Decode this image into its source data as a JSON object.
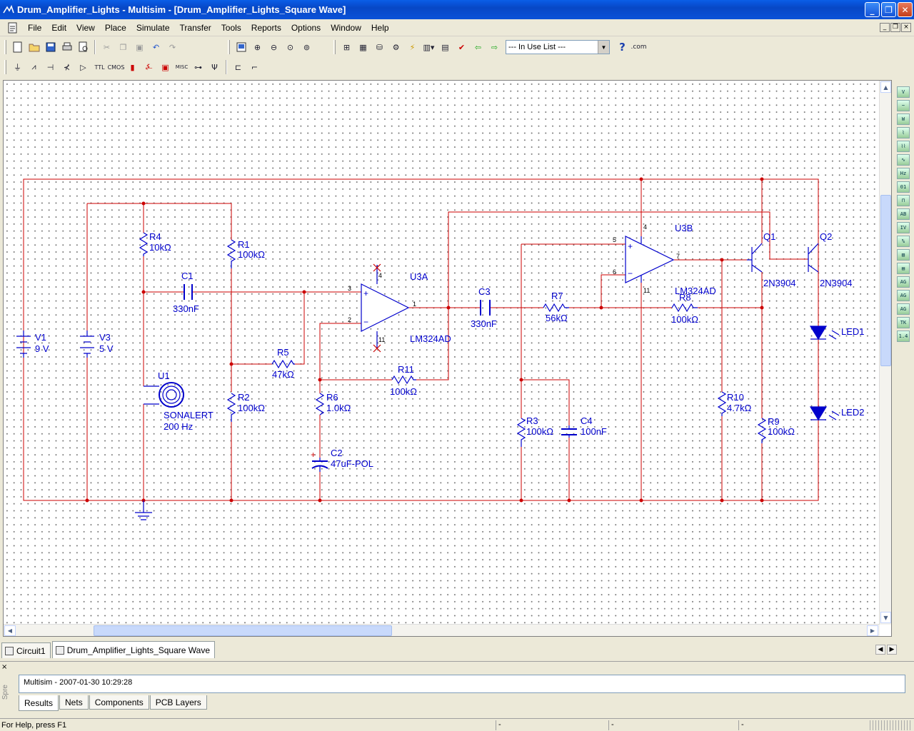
{
  "window": {
    "title": "Drum_Amplifier_Lights - Multisim - [Drum_Amplifier_Lights_Square Wave]",
    "minimize_glyph": "_",
    "maximize_glyph": "❐",
    "close_glyph": "✕"
  },
  "menu": {
    "items": [
      "File",
      "Edit",
      "View",
      "Place",
      "Simulate",
      "Transfer",
      "Tools",
      "Reports",
      "Options",
      "Window",
      "Help"
    ]
  },
  "toolbar": {
    "in_use_list": "--- In Use List ---",
    "help_glyph": "?"
  },
  "schematic": {
    "colors": {
      "wire": "#cc0000",
      "component": "#0000cc",
      "junction": "#cc0000"
    },
    "labels": {
      "v1_ref": "V1",
      "v1_val": "9 V",
      "v3_ref": "V3",
      "v3_val": "5 V",
      "r4_ref": "R4",
      "r4_val": "10kΩ",
      "r1_ref": "R1",
      "r1_val": "100kΩ",
      "c1_ref": "C1",
      "c1_val": "330nF",
      "r5_ref": "R5",
      "r5_val": "47kΩ",
      "u1_ref": "U1",
      "u1_val1": "SONALERT",
      "u1_val2": "200 Hz",
      "r2_ref": "R2",
      "r2_val": "100kΩ",
      "r6_ref": "R6",
      "r6_val": "1.0kΩ",
      "c2_ref": "C2",
      "c2_val": "47uF-POL",
      "u3a_ref": "U3A",
      "u3a_val": "LM324AD",
      "r11_ref": "R11",
      "r11_val": "100kΩ",
      "c3_ref": "C3",
      "c3_val": "330nF",
      "r7_ref": "R7",
      "r7_val": "56kΩ",
      "r3_ref": "R3",
      "r3_val": "100kΩ",
      "c4_ref": "C4",
      "c4_val": "100nF",
      "u3b_ref": "U3B",
      "u3b_val": "LM324AD",
      "r8_ref": "R8",
      "r8_val": "100kΩ",
      "r10_ref": "R10",
      "r10_val": "4.7kΩ",
      "r9_ref": "R9",
      "r9_val": "100kΩ",
      "q1_ref": "Q1",
      "q1_val": "2N3904",
      "q2_ref": "Q2",
      "q2_val": "2N3904",
      "led1_ref": "LED1",
      "led2_ref": "LED2",
      "pin_3": "3",
      "pin_2": "2",
      "pin_4": "4",
      "pin_11a": "11",
      "pin_1": "1",
      "pin_5": "5",
      "pin_6": "6",
      "pin_4b": "4",
      "pin_11b": "11",
      "pin_7": "7",
      "plus": "+",
      "minus": "−"
    }
  },
  "tabs": [
    {
      "label": "Circuit1"
    },
    {
      "label": "Drum_Amplifier_Lights_Square Wave"
    }
  ],
  "spreadsheet": {
    "close_glyph": "×",
    "side_label": "Spre",
    "result_line": "Multisim  -  2007-01-30 10:29:28",
    "tabs": [
      "Results",
      "Nets",
      "Components",
      "PCB Layers"
    ]
  },
  "status": {
    "help_text": "For Help, press F1",
    "cell1": "-",
    "cell2": "-",
    "cell3": "-"
  }
}
